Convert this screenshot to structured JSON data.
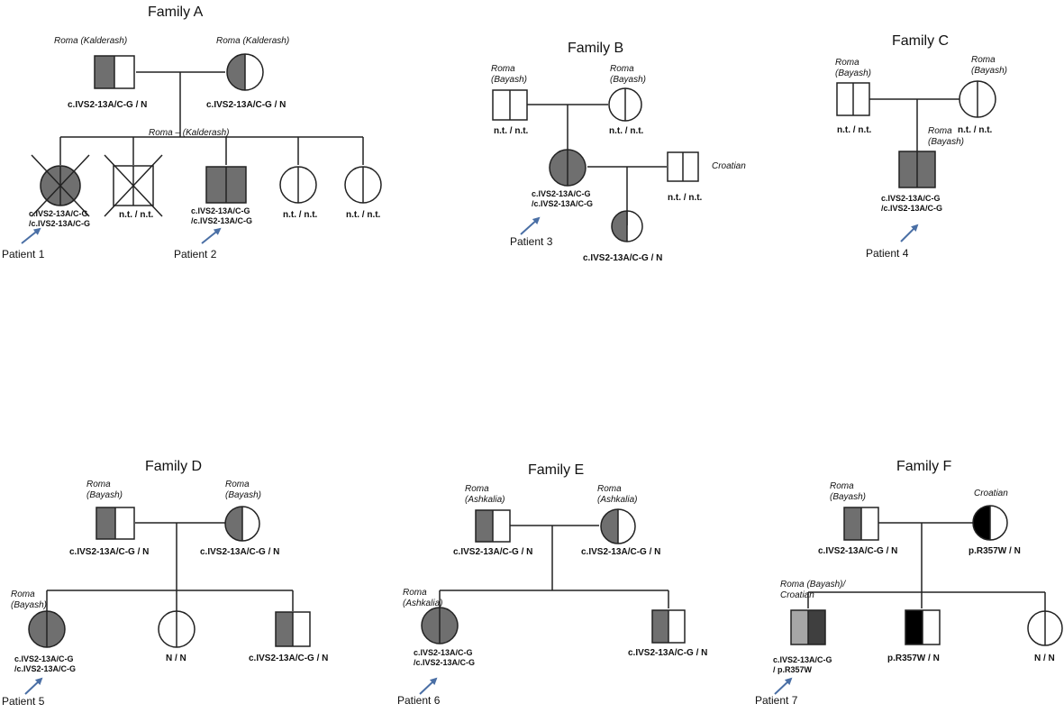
{
  "families": [
    {
      "name": "Family A",
      "members": [
        {
          "ethnicity": [
            "Roma  (Kalderash)"
          ],
          "genotype": [
            "c.IVS2-13A/C-G  / N"
          ]
        },
        {
          "ethnicity": [
            "Roma (Kalderash)"
          ],
          "genotype": [
            "c.IVS2-13A/C-G  / N"
          ]
        },
        {
          "genotype": [
            "c.IVS2-13A/C-G",
            "/c.IVS2-13A/C-G"
          ],
          "patient": "Patient 1",
          "deceased": true
        },
        {
          "genotype": [
            "n.t.  / n.t."
          ],
          "deceased": true
        },
        {
          "genotype": [
            "c.IVS2-13A/C-G",
            "/c.IVS2-13A/C-G"
          ],
          "patient": "Patient 2"
        },
        {
          "genotype": [
            "n.t. / n.t."
          ]
        },
        {
          "genotype": [
            "n.t. / n.t."
          ]
        }
      ],
      "sibship_ethnicity": [
        "Roma – (Kalderash)"
      ]
    },
    {
      "name": "Family B",
      "members": [
        {
          "ethnicity": [
            "Roma",
            "(Bayash)"
          ],
          "genotype": [
            "n.t. / n.t."
          ]
        },
        {
          "ethnicity": [
            "Roma",
            "(Bayash)"
          ],
          "genotype": [
            "n.t. / n.t."
          ]
        },
        {
          "genotype": [
            "c.IVS2-13A/C-G",
            "/c.IVS2-13A/C-G"
          ],
          "patient": "Patient 3"
        },
        {
          "ethnicity": [
            "Croatian"
          ],
          "genotype": [
            "n.t. / n.t."
          ]
        },
        {
          "genotype": [
            "c.IVS2-13A/C-G  / N"
          ]
        }
      ]
    },
    {
      "name": "Family C",
      "members": [
        {
          "ethnicity": [
            "Roma",
            "(Bayash)"
          ],
          "genotype": [
            "n.t. / n.t."
          ]
        },
        {
          "ethnicity": [
            "Roma",
            "(Bayash)"
          ],
          "genotype": [
            "n.t. / n.t."
          ]
        },
        {
          "ethnicity": [
            "Roma",
            "(Bayash)"
          ],
          "genotype": [
            "c.IVS2-13A/C-G",
            "/c.IVS2-13A/C-G"
          ],
          "patient": "Patient 4"
        }
      ]
    },
    {
      "name": "Family D",
      "members": [
        {
          "ethnicity": [
            "Roma",
            "(Bayash)"
          ],
          "genotype": [
            "c.IVS2-13A/C-G  / N"
          ]
        },
        {
          "ethnicity": [
            "Roma",
            "(Bayash)"
          ],
          "genotype": [
            "c.IVS2-13A/C-G  / N"
          ]
        },
        {
          "ethnicity": [
            "Roma",
            "(Bayash)"
          ],
          "genotype": [
            "c.IVS2-13A/C-G",
            "/c.IVS2-13A/C-G"
          ],
          "patient": "Patient 5"
        },
        {
          "genotype": [
            "N / N"
          ]
        },
        {
          "genotype": [
            "c.IVS2-13A/C-G  / N"
          ]
        }
      ]
    },
    {
      "name": "Family E",
      "members": [
        {
          "ethnicity": [
            "Roma",
            "(Ashkalia)"
          ],
          "genotype": [
            "c.IVS2-13A/C-G  / N"
          ]
        },
        {
          "ethnicity": [
            "Roma",
            "(Ashkalia)"
          ],
          "genotype": [
            "c.IVS2-13A/C-G  / N"
          ]
        },
        {
          "ethnicity": [
            "Roma",
            "(Ashkalia)"
          ],
          "genotype": [
            "c.IVS2-13A/C-G",
            "/c.IVS2-13A/C-G"
          ],
          "patient": "Patient 6"
        },
        {
          "genotype": [
            "c.IVS2-13A/C-G  / N"
          ]
        }
      ]
    },
    {
      "name": "Family F",
      "members": [
        {
          "ethnicity": [
            "Roma",
            "(Bayash)"
          ],
          "genotype": [
            "c.IVS2-13A/C-G  / N"
          ]
        },
        {
          "ethnicity": [
            "Croatian"
          ],
          "genotype": [
            "p.R357W / N"
          ]
        },
        {
          "ethnicity": [
            "Roma (Bayash)/",
            "Croatian"
          ],
          "genotype": [
            "c.IVS2-13A/C-G",
            "/ p.R357W"
          ],
          "patient": "Patient 7"
        },
        {
          "genotype": [
            "p.R357W  / N"
          ]
        },
        {
          "genotype": [
            "N / N"
          ]
        }
      ]
    }
  ],
  "colors": {
    "ivs_allele": "#6f6f6f",
    "ivs_allele_light": "#a6a6a6",
    "ivs_allele_dark": "#3f3f3f",
    "r357w_allele": "#000000",
    "line": "#222222",
    "arrow": "#4a6fa5"
  }
}
